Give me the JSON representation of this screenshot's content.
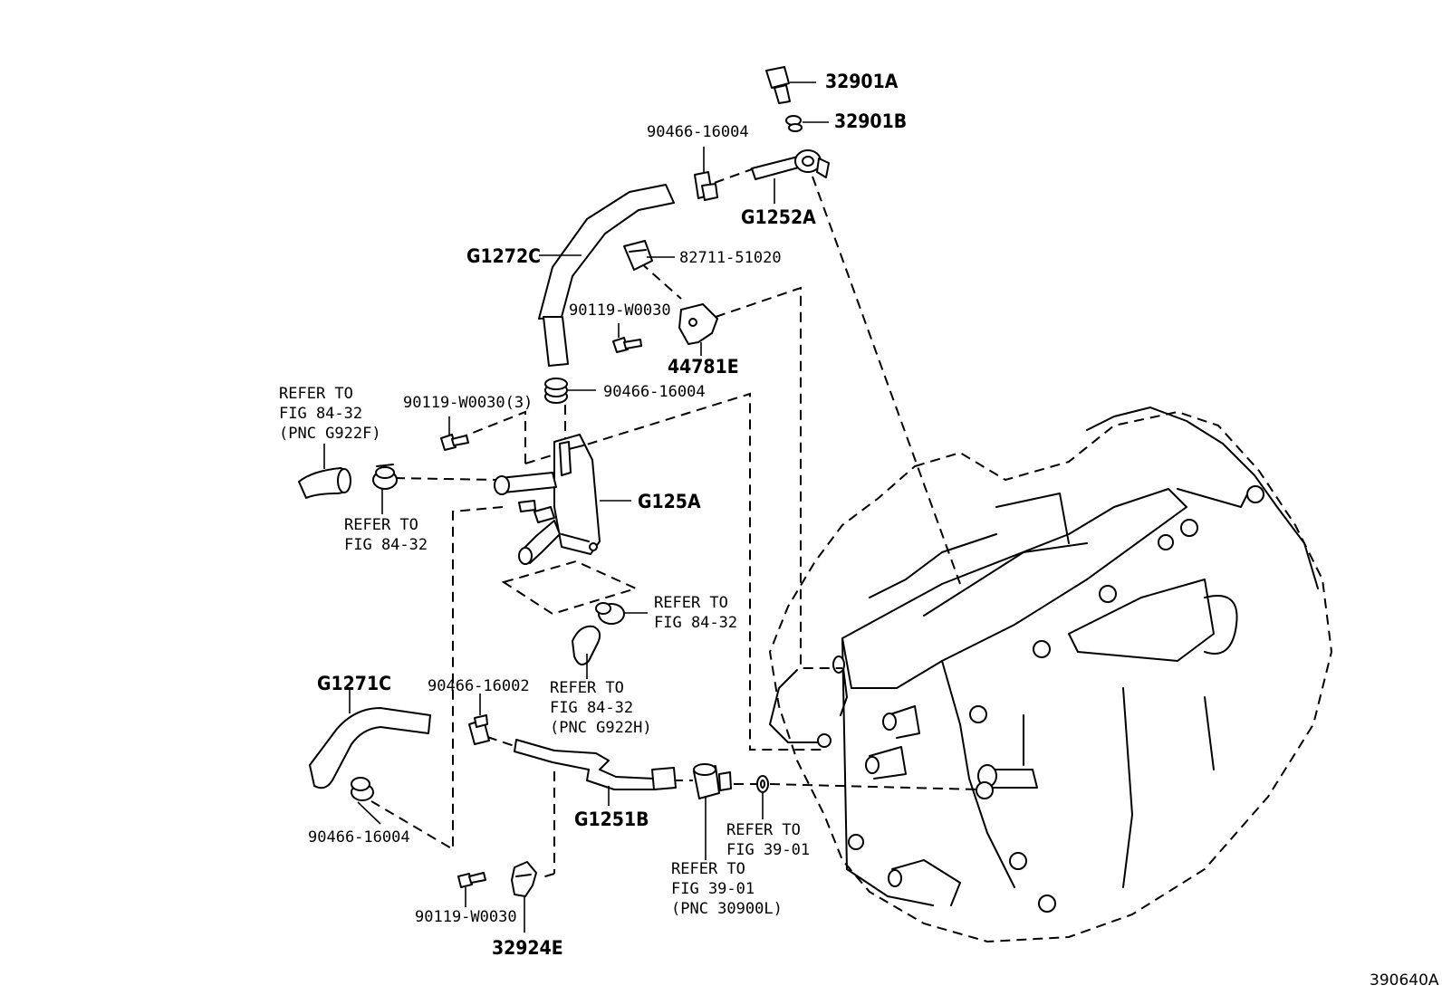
{
  "figure_id": "390640A",
  "callouts": {
    "bolt_32901A": "32901A",
    "gasket_32901B": "32901B",
    "clamp_top": "90466-16004",
    "union_G1252A": "G1252A",
    "hose_G1272C": "G1272C",
    "clip_82711": "82711-51020",
    "bolt_bracket": "90119-W0030",
    "bracket_44781E": "44781E",
    "clamp_cooler_top": "90466-16004",
    "bolts_cooler": "90119-W0030(3)",
    "cooler_G125A": "G125A",
    "hose_G1271C": "G1271C",
    "clamp_left_mid": "90466-16002",
    "clamp_bottom": "90466-16004",
    "pipe_G1251B": "G1251B",
    "bolt_bottom": "90119-W0030",
    "clamp_32924E": "32924E"
  },
  "refer_notes": {
    "left_hose": [
      "REFER TO",
      "FIG 84-32",
      "(PNC G922F)"
    ],
    "left_clamp": [
      "REFER TO",
      "FIG 84-32"
    ],
    "right_clamp": [
      "REFER TO",
      "FIG 84-32"
    ],
    "lower_hose": [
      "REFER TO",
      "FIG 84-32",
      "(PNC G922H)"
    ],
    "gasket_right": [
      "REFER TO",
      "FIG 39-01"
    ],
    "plug": [
      "REFER TO",
      "FIG 39-01",
      "(PNC 30900L)"
    ]
  }
}
